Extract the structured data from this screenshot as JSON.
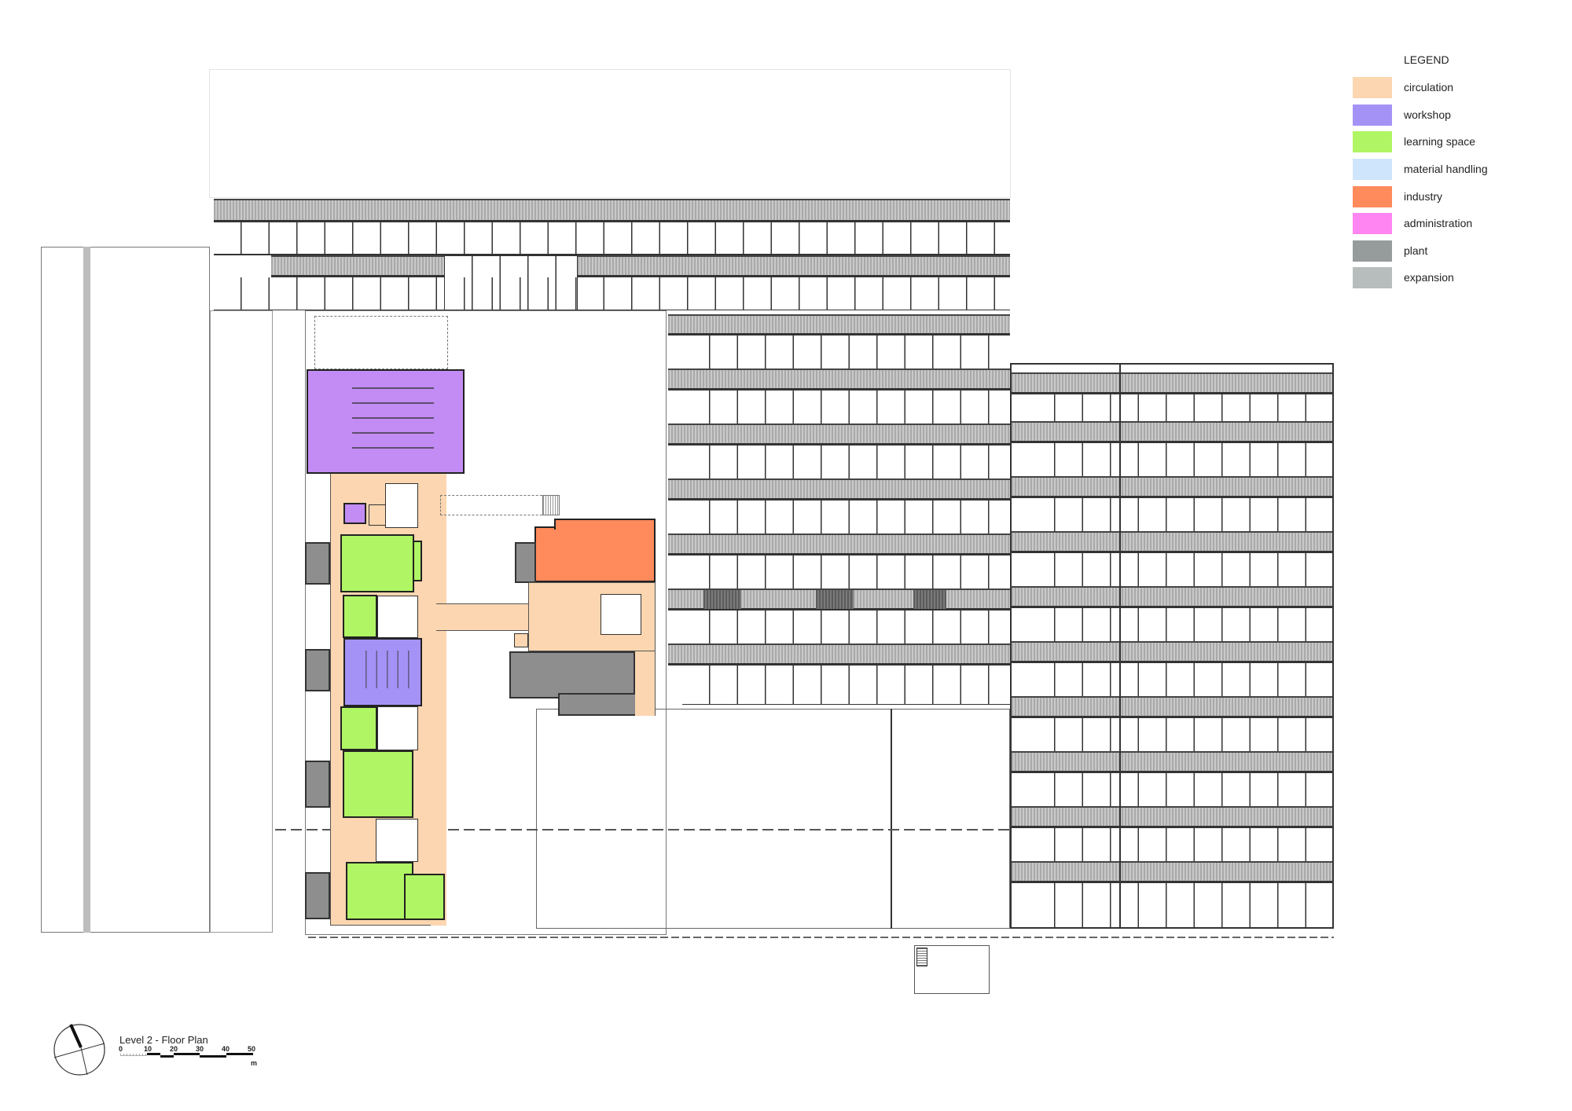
{
  "title": "Level 2 - Floor Plan",
  "legend": {
    "title": "LEGEND",
    "items": [
      {
        "label": "circulation",
        "color": "#fcd6b0"
      },
      {
        "label": "workshop",
        "color": "#a592f6"
      },
      {
        "label": "learning space",
        "color": "#b0f564"
      },
      {
        "label": "material handling",
        "color": "#cfe5fb"
      },
      {
        "label": "industry",
        "color": "#ff8a5c"
      },
      {
        "label": "administration",
        "color": "#ff85f2"
      },
      {
        "label": "plant",
        "color": "#969c9b"
      },
      {
        "label": "expansion",
        "color": "#b7bdbc"
      }
    ]
  },
  "scale_bar": {
    "ticks": [
      "0",
      "10",
      "20",
      "30",
      "40",
      "50"
    ],
    "unit": "m"
  },
  "north_arrow": {
    "icon": "north-arrow-compass-icon"
  }
}
